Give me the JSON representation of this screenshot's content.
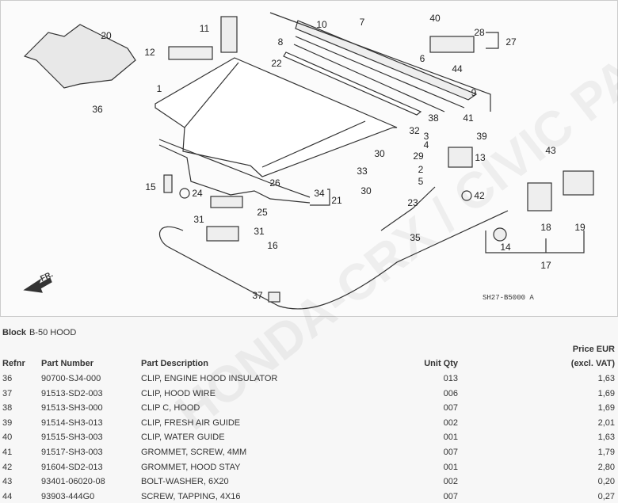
{
  "diagram": {
    "callouts": [
      "20",
      "36",
      "11",
      "12",
      "1",
      "8",
      "10",
      "7",
      "22",
      "40",
      "28",
      "27",
      "6",
      "44",
      "9",
      "38",
      "41",
      "32",
      "3",
      "4",
      "39",
      "13",
      "30",
      "29",
      "33",
      "2",
      "5",
      "30",
      "43",
      "26",
      "15",
      "24",
      "34",
      "21",
      "25",
      "31",
      "31",
      "16",
      "23",
      "42",
      "35",
      "18",
      "19",
      "14",
      "17",
      "37"
    ],
    "front_label": "FR.",
    "drawing_code": "SH27-B5000 A",
    "watermark": "HONDA-CRX / CIVIC PARTS"
  },
  "block": {
    "label": "Block",
    "value": "B-50 HOOD"
  },
  "table": {
    "headers": {
      "refnr": "Refnr",
      "part_number": "Part Number",
      "description": "Part Description",
      "qty": "Unit Qty",
      "price_line1": "Price EUR",
      "price_line2": "(excl. VAT)"
    },
    "rows": [
      {
        "refnr": "36",
        "part_number": "90700-SJ4-000",
        "description": "CLIP, ENGINE HOOD INSULATOR",
        "qty": "013",
        "price": "1,63"
      },
      {
        "refnr": "37",
        "part_number": "91513-SD2-003",
        "description": "CLIP, HOOD WIRE",
        "qty": "006",
        "price": "1,69"
      },
      {
        "refnr": "38",
        "part_number": "91513-SH3-000",
        "description": "CLIP C, HOOD",
        "qty": "007",
        "price": "1,69"
      },
      {
        "refnr": "39",
        "part_number": "91514-SH3-013",
        "description": "CLIP, FRESH AIR GUIDE",
        "qty": "002",
        "price": "2,01"
      },
      {
        "refnr": "40",
        "part_number": "91515-SH3-003",
        "description": "CLIP, WATER GUIDE",
        "qty": "001",
        "price": "1,63"
      },
      {
        "refnr": "41",
        "part_number": "91517-SH3-003",
        "description": "GROMMET, SCREW, 4MM",
        "qty": "007",
        "price": "1,79"
      },
      {
        "refnr": "42",
        "part_number": "91604-SD2-013",
        "description": "GROMMET, HOOD STAY",
        "qty": "001",
        "price": "2,80"
      },
      {
        "refnr": "43",
        "part_number": "93401-06020-08",
        "description": "BOLT-WASHER, 6X20",
        "qty": "002",
        "price": "0,20"
      },
      {
        "refnr": "44",
        "part_number": "93903-444G0",
        "description": "SCREW, TAPPING, 4X16",
        "qty": "007",
        "price": "0,27"
      }
    ]
  }
}
